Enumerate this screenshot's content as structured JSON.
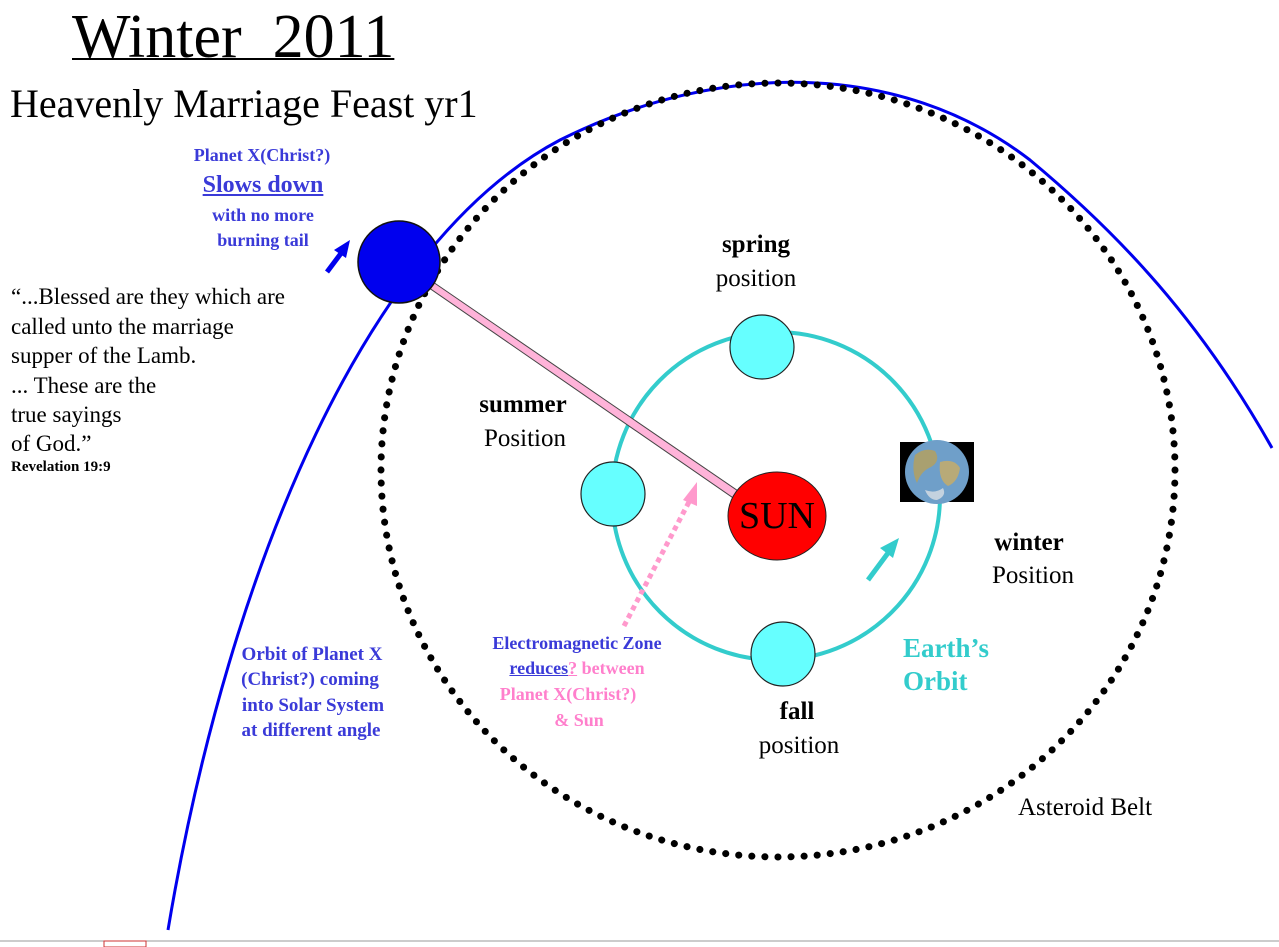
{
  "title": "Winter  2011",
  "subtitle": "Heavenly Marriage Feast yr1",
  "planet_note": {
    "line1": "Planet X(Christ?)",
    "line2": "Slows down",
    "line3": "with no more",
    "line4": "burning tail"
  },
  "quote": {
    "lines": [
      "“...Blessed are they which are",
      "called unto the marriage",
      "supper of the Lamb.",
      "... These are the",
      "true sayings",
      "of God.”"
    ],
    "ref": "Revelation 19:9"
  },
  "seasons": {
    "spring": {
      "word": "spring",
      "pos": "position"
    },
    "summer": {
      "word": "summer",
      "pos": "Position"
    },
    "winter": {
      "word": "winter",
      "pos": "Position"
    },
    "fall": {
      "word": "fall",
      "pos": "position"
    }
  },
  "sun_label": "SUN",
  "orbit_note": [
    "Orbit of Planet X",
    "(Christ?) coming",
    "into Solar System",
    "at different angle"
  ],
  "zone_note": {
    "line1": "Electromagnetic Zone",
    "line2a": "reduces",
    "line2b": "?",
    "line2c": " between",
    "line3": "Planet X(Christ?)",
    "line4": "& Sun"
  },
  "earth_orbit": [
    "Earth’s",
    "Orbit"
  ],
  "asteroid_label": "Asteroid Belt",
  "colors": {
    "planet_x": "#0000ee",
    "orbit_x": "#0000ee",
    "earth_orbit": "#33cccc",
    "season_planet": "#66ffff",
    "sun": "#ff0000",
    "beam": "#ffb3d9",
    "zone_arrow": "#ff99cc",
    "note_blue": "#3a3ad8",
    "note_pink": "#ff7fcc"
  }
}
